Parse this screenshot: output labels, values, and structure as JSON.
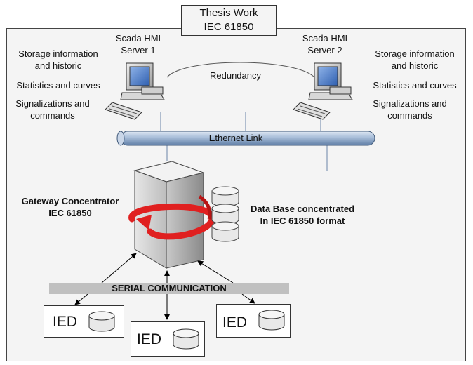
{
  "title": {
    "line1": "Thesis Work",
    "line2": "IEC 61850"
  },
  "server1": {
    "label_line1": "Scada HMI",
    "label_line2": "Server 1",
    "functions": [
      {
        "line1": "Storage information",
        "line2": "and historic"
      },
      {
        "line1": "Statistics and curves"
      },
      {
        "line1": "Signalizations and",
        "line2": "commands"
      }
    ]
  },
  "server2": {
    "label_line1": "Scada HMI",
    "label_line2": "Server 2",
    "functions": [
      {
        "line1": "Storage information",
        "line2": "and historic"
      },
      {
        "line1": "Statistics and curves"
      },
      {
        "line1": "Signalizations and",
        "line2": "commands"
      }
    ]
  },
  "redundancy_label": "Redundancy",
  "ethernet_label": "Ethernet Link",
  "gateway": {
    "line1": "Gateway Concentrator",
    "line2": "IEC 61850"
  },
  "database": {
    "line1": "Data Base concentrated",
    "line2": "In IEC 61850 format"
  },
  "serial_label": "SERIAL COMMUNICATION",
  "ieds": [
    {
      "label": "IED"
    },
    {
      "label": "IED"
    },
    {
      "label": "IED"
    }
  ],
  "colors": {
    "ethernet": "#a7bdd8",
    "rotation_arrow": "#e02020",
    "serial_bar": "#c0c0c0",
    "frame_bg": "#f4f4f4"
  }
}
